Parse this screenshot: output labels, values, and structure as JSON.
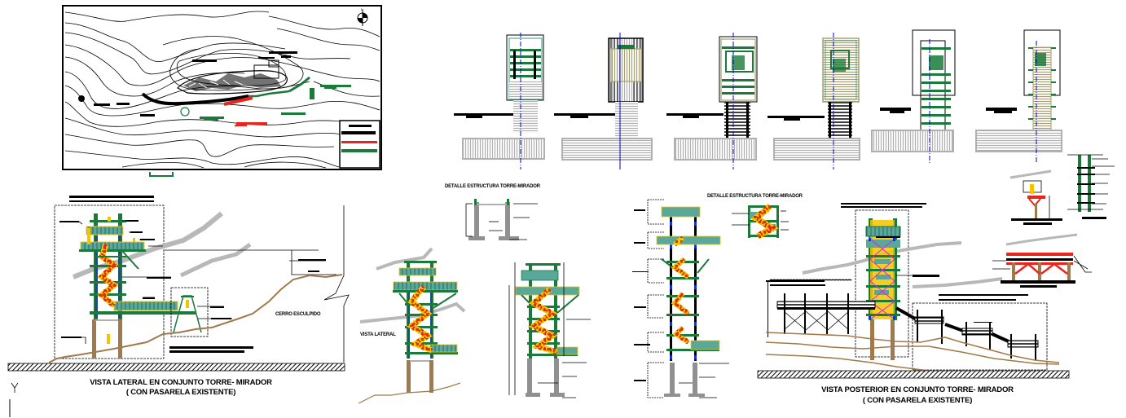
{
  "viewport": {
    "background": "#ffffff",
    "ucs_icon_label": "Y"
  },
  "colors": {
    "steel_green": "#1a7a3a",
    "deck_teal": "#5aa89a",
    "stair_red": "#e8241c",
    "stair_yellow": "#f5c400",
    "column_blue": "#1030d0",
    "wood_brown": "#a07a4a",
    "concrete_gray": "#909090",
    "cloud_gray": "#b8b8b8",
    "section_blue": "#0000cc",
    "bracing_magenta": "#e020e0",
    "hatch_black": "#000000"
  },
  "site_plan": {
    "legend_rows": 4,
    "north_arrow_label": "N"
  },
  "plan_views": {
    "count": 6
  },
  "titles": {
    "vista_lateral_main": "VISTA LATERAL EN CONJUNTO TORRE- MIRADOR",
    "vista_lateral_sub": "( CON PASARELA EXISTENTE)",
    "vista_posterior_main": "VISTA POSTERIOR EN CONJUNTO TORRE- MIRADOR",
    "vista_posterior_sub": "( CON PASARELA EXISTENTE)",
    "detalle_1": "DETALLE ESTRUCTURA TORRE-MIRADOR",
    "detalle_2": "DETALLE ESTRUCTURA TORRE-MIRADOR",
    "cerro_esculpido": "CERRO ESCULPIDO",
    "vista_lateral_label": "VISTA LATERAL"
  }
}
